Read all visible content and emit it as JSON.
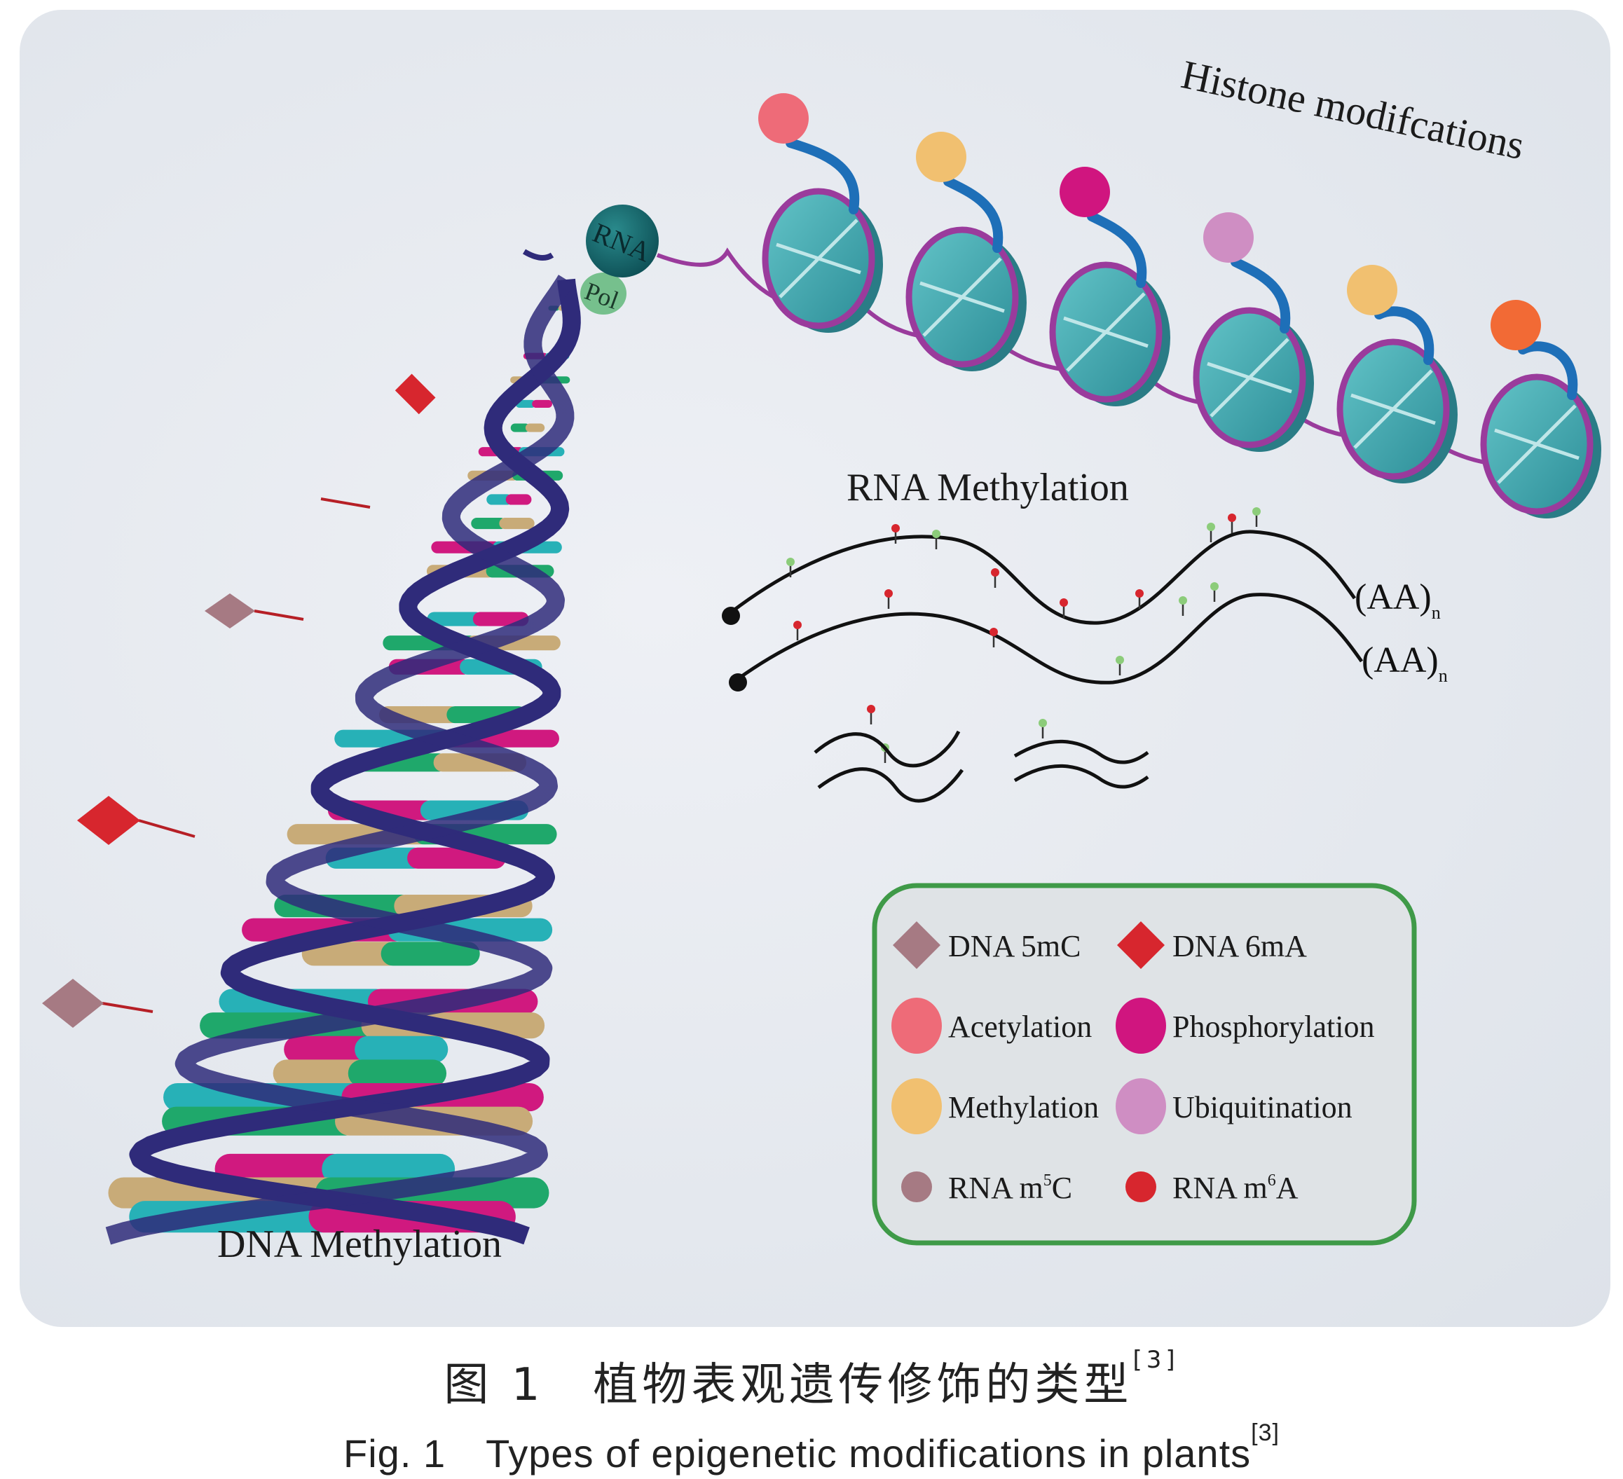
{
  "labels": {
    "histone": "Histone modifcations",
    "rna_methylation": "RNA Methylation",
    "dna_methylation": "DNA Methylation",
    "rna": "RNA",
    "pol": "Pol",
    "polya": "(AA)",
    "polya_sub": "n"
  },
  "legend": [
    {
      "id": "dna-5mc",
      "shape": "diamond",
      "color": "#a67a83",
      "label": "DNA 5mC"
    },
    {
      "id": "dna-6ma",
      "shape": "diamond",
      "color": "#d7262e",
      "label": "DNA 6mA"
    },
    {
      "id": "acetylation",
      "shape": "circle",
      "color": "#ee6b78",
      "label": "Acetylation"
    },
    {
      "id": "phosphorylation",
      "shape": "circle",
      "color": "#d0157f",
      "label": "Phosphorylation"
    },
    {
      "id": "methylation",
      "shape": "circle",
      "color": "#f1c070",
      "label": "Methylation"
    },
    {
      "id": "ubiquitination",
      "shape": "circle",
      "color": "#cf8ec3",
      "label": "Ubiquitination"
    },
    {
      "id": "rna-m5c",
      "shape": "small-circle",
      "color": "#a67a83",
      "label": "RNA m",
      "sup": "5",
      "tail": "C"
    },
    {
      "id": "rna-m6a",
      "shape": "small-circle",
      "color": "#d7262e",
      "label": "RNA m",
      "sup": "6",
      "tail": "A"
    }
  ],
  "histone_mark_colors": [
    "#ee6b78",
    "#f1c070",
    "#d0157f",
    "#cf8ec3",
    "#f1c070",
    "#f26a35"
  ],
  "caption": {
    "zh": "图 1　植物表观遗传修饰的类型",
    "zh_ref": "[3]",
    "en": "Fig. 1　Types of epigenetic modifications in plants",
    "en_ref": "[3]"
  },
  "colors": {
    "helix": "#2f2b7a",
    "nucleosome": "#3aa7ad",
    "linker": "#9a3b9c",
    "tail": "#1e6fb8",
    "legend_border": "#3f9a48"
  }
}
